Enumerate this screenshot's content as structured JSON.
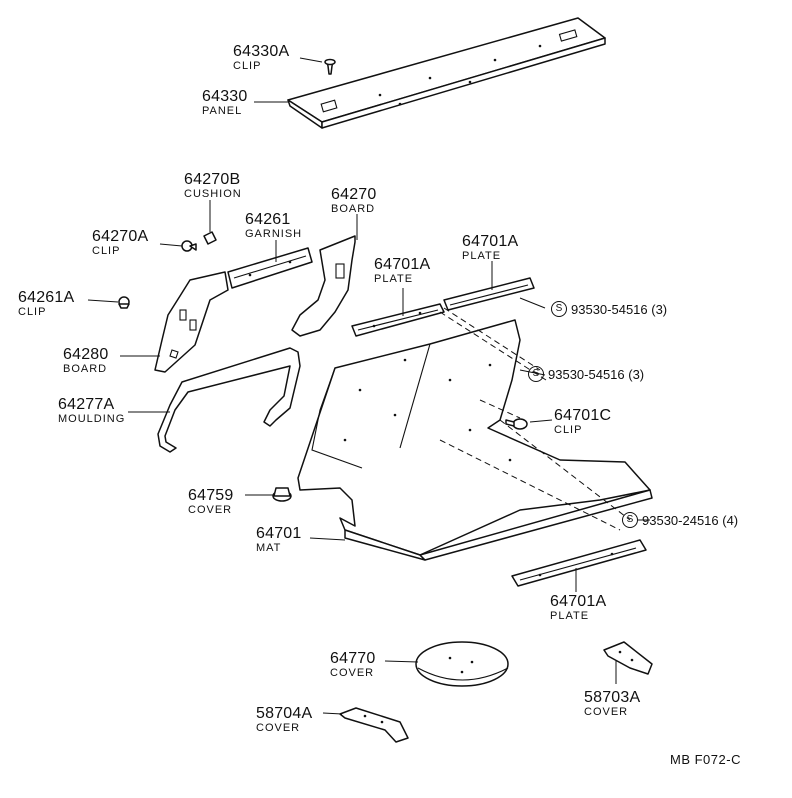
{
  "parts": {
    "p64330A": {
      "number": "64330A",
      "name": "CLIP"
    },
    "p64330": {
      "number": "64330",
      "name": "PANEL"
    },
    "p64270B": {
      "number": "64270B",
      "name": "CUSHION"
    },
    "p64270": {
      "number": "64270",
      "name": "BOARD"
    },
    "p64261": {
      "number": "64261",
      "name": "GARNISH"
    },
    "p64270A": {
      "number": "64270A",
      "name": "CLIP"
    },
    "p64701A_top": {
      "number": "64701A",
      "name": "PLATE"
    },
    "p64701A_mid": {
      "number": "64701A",
      "name": "PLATE"
    },
    "p64261A": {
      "number": "64261A",
      "name": "CLIP"
    },
    "p64280": {
      "number": "64280",
      "name": "BOARD"
    },
    "p64277A": {
      "number": "64277A",
      "name": "MOULDING"
    },
    "p64701C": {
      "number": "64701C",
      "name": "CLIP"
    },
    "p64759": {
      "number": "64759",
      "name": "COVER"
    },
    "p64701": {
      "number": "64701",
      "name": "MAT"
    },
    "p64701A_bot": {
      "number": "64701A",
      "name": "PLATE"
    },
    "p64770": {
      "number": "64770",
      "name": "COVER"
    },
    "p58703A": {
      "number": "58703A",
      "name": "COVER"
    },
    "p58704A": {
      "number": "58704A",
      "name": "COVER"
    }
  },
  "screws": {
    "s1": {
      "symbol": "S",
      "text": "93530-54516 (3)"
    },
    "s2": {
      "symbol": "S",
      "text": "93530-54516 (3)"
    },
    "s3": {
      "symbol": "S",
      "text": "93530-24516 (4)"
    }
  },
  "diagram_code": "MB  F072-C"
}
